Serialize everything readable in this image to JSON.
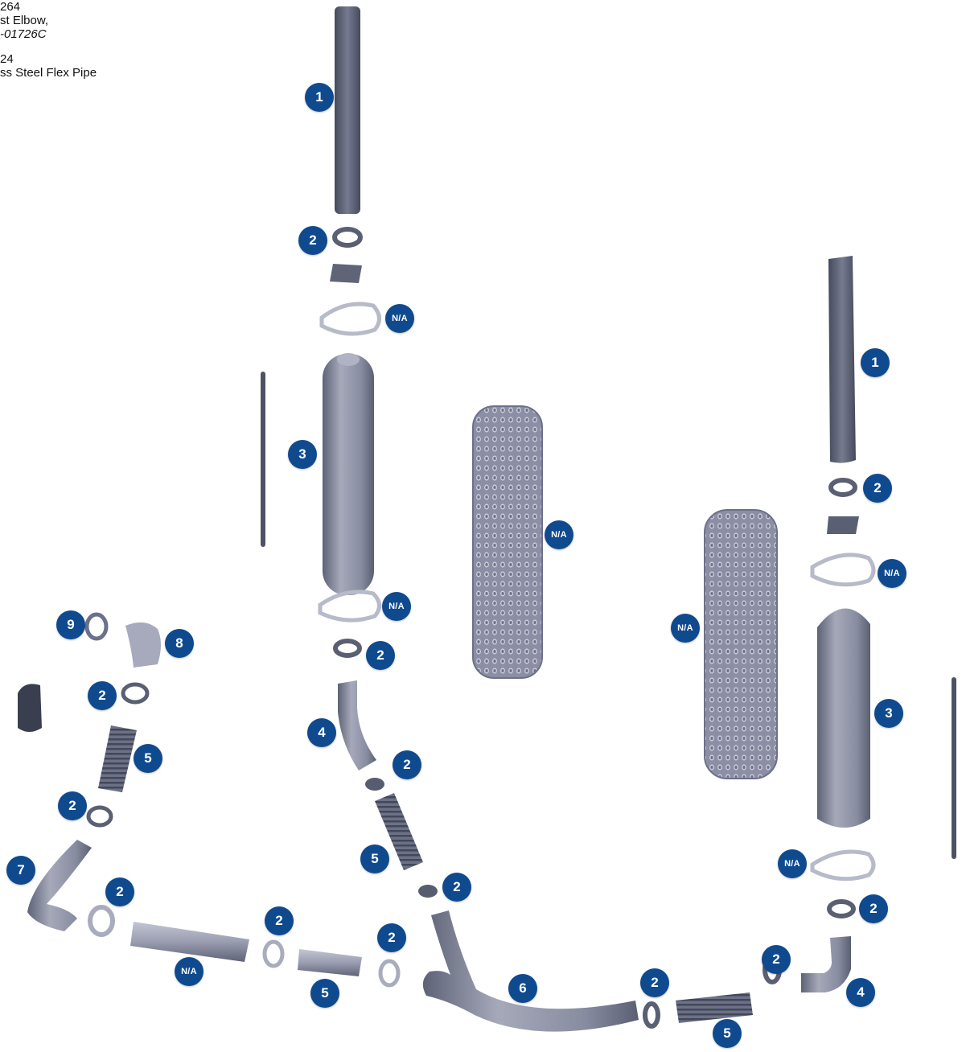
{
  "legend": {
    "line1": "264",
    "line2": "st Elbow,",
    "line3": "-01726C",
    "line4": "24",
    "line5": "ss Steel Flex Pipe"
  },
  "colors": {
    "badge": "#0f4a8f",
    "part_fill": "#8f93a6",
    "part_dark": "#575d70",
    "part_light": "#c3c6d3"
  },
  "callouts": [
    {
      "id": "c1",
      "label": "1"
    },
    {
      "id": "c2",
      "label": "2"
    },
    {
      "id": "c3",
      "label": "N/A"
    },
    {
      "id": "c4",
      "label": "3"
    },
    {
      "id": "c5",
      "label": "N/A"
    },
    {
      "id": "c6",
      "label": "2"
    },
    {
      "id": "c7",
      "label": "4"
    },
    {
      "id": "c8",
      "label": "2"
    },
    {
      "id": "c9",
      "label": "5"
    },
    {
      "id": "c10",
      "label": "2"
    },
    {
      "id": "c11",
      "label": "6"
    },
    {
      "id": "c12",
      "label": "N/A"
    },
    {
      "id": "c13",
      "label": "1"
    },
    {
      "id": "c14",
      "label": "2"
    },
    {
      "id": "c15",
      "label": "N/A"
    },
    {
      "id": "c16",
      "label": "N/A"
    },
    {
      "id": "c17",
      "label": "3"
    },
    {
      "id": "c18",
      "label": "N/A"
    },
    {
      "id": "c19",
      "label": "2"
    },
    {
      "id": "c20",
      "label": "2"
    },
    {
      "id": "c21",
      "label": "4"
    },
    {
      "id": "c22",
      "label": "2"
    },
    {
      "id": "c23",
      "label": "5"
    },
    {
      "id": "c24",
      "label": "9"
    },
    {
      "id": "c25",
      "label": "8"
    },
    {
      "id": "c26",
      "label": "2"
    },
    {
      "id": "c27",
      "label": "5"
    },
    {
      "id": "c28",
      "label": "2"
    },
    {
      "id": "c29",
      "label": "7"
    },
    {
      "id": "c30",
      "label": "2"
    },
    {
      "id": "c31",
      "label": "N/A"
    },
    {
      "id": "c32",
      "label": "2"
    },
    {
      "id": "c33",
      "label": "5"
    },
    {
      "id": "c34",
      "label": "2"
    }
  ]
}
